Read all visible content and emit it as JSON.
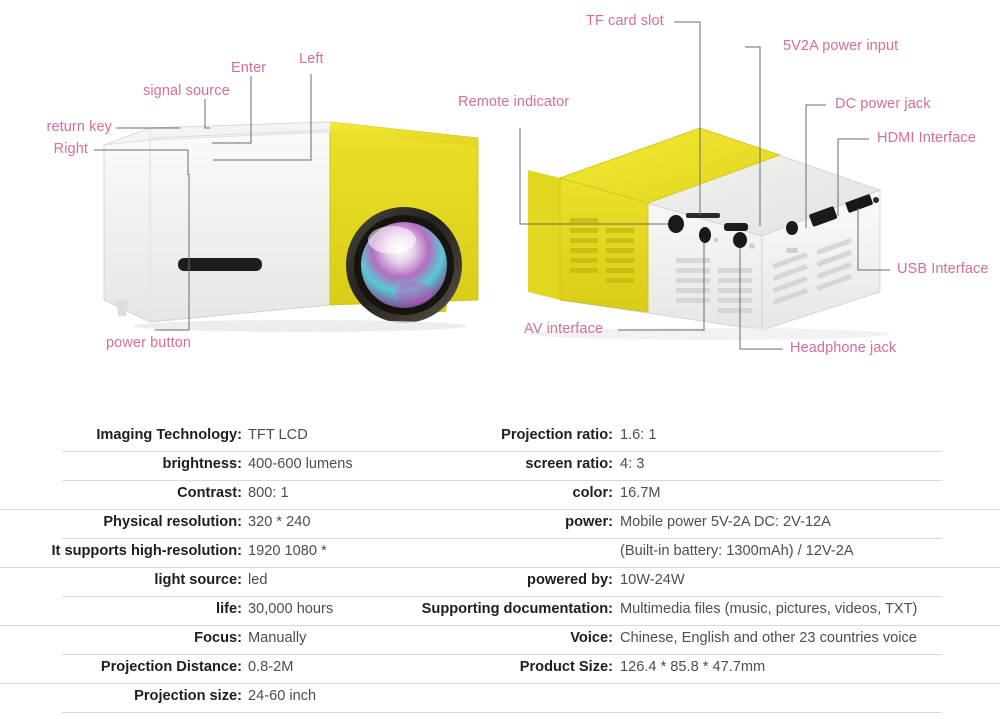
{
  "page": {
    "title": "Mini Projector Product Diagram",
    "background_color": "#ffffff",
    "callout_color": "#d86e93",
    "leader_line_color": "#6b6b6b",
    "body_yellow": "#e4d820",
    "body_white": "#f1f1ef"
  },
  "diagram": {
    "left_view": {
      "name": "front-left view of projector",
      "callouts": [
        {
          "id": "enter",
          "label": "Enter"
        },
        {
          "id": "left",
          "label": "Left"
        },
        {
          "id": "signal-source",
          "label": "signal source"
        },
        {
          "id": "return-key",
          "label": "return key"
        },
        {
          "id": "right",
          "label": "Right"
        },
        {
          "id": "power-button",
          "label": "power button"
        }
      ]
    },
    "right_view": {
      "name": "rear-right view of projector",
      "callouts": [
        {
          "id": "tf-card-slot",
          "label": "TF card slot"
        },
        {
          "id": "power-input",
          "label": "5V2A power input"
        },
        {
          "id": "dc-power-jack",
          "label": "DC power jack"
        },
        {
          "id": "hdmi-interface",
          "label": "HDMI Interface"
        },
        {
          "id": "usb-interface",
          "label": "USB Interface"
        },
        {
          "id": "remote-indicator",
          "label": "Remote indicator"
        },
        {
          "id": "av-interface",
          "label": "AV interface"
        },
        {
          "id": "headphone-jack",
          "label": "Headphone jack"
        }
      ]
    }
  },
  "specs": {
    "left_column": [
      {
        "label": "Imaging Technology:",
        "value": "TFT LCD"
      },
      {
        "label": "brightness:",
        "value": "400-600 lumens"
      },
      {
        "label": "Contrast:",
        "value": "800: 1"
      },
      {
        "label": "Physical resolution:",
        "value": "320 * 240"
      },
      {
        "label": "It supports high-resolution:",
        "value": "1920 1080 *"
      },
      {
        "label": "light source:",
        "value": "led"
      },
      {
        "label": "life:",
        "value": "30,000 hours"
      },
      {
        "label": "Focus:",
        "value": "Manually"
      },
      {
        "label": "Projection Distance:",
        "value": "0.8-2M"
      },
      {
        "label": "Projection size:",
        "value": "24-60 inch"
      }
    ],
    "right_column": [
      {
        "label": "Projection ratio:",
        "value": "1.6: 1"
      },
      {
        "label": "screen ratio:",
        "value": "4: 3"
      },
      {
        "label": "color:",
        "value": "16.7M"
      },
      {
        "label": "power:",
        "value": "Mobile power 5V-2A DC: 2V-12A"
      },
      {
        "label": "",
        "value": "(Built-in battery: 1300mAh) / 12V-2A"
      },
      {
        "label": "powered by:",
        "value": "10W-24W"
      },
      {
        "label": "Supporting documentation:",
        "value": "Multimedia files (music, pictures, videos, TXT)"
      },
      {
        "label": "Voice:",
        "value": "Chinese, English and other 23 countries voice"
      },
      {
        "label": "Product Size:",
        "value": "126.4 * 85.8 * 47.7mm"
      },
      {
        "label": "",
        "value": ""
      }
    ]
  }
}
